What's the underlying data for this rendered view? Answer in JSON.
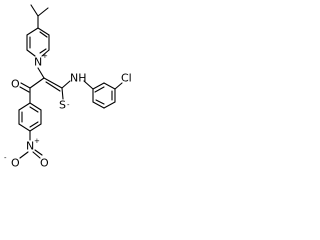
{
  "molecule": {
    "atoms": {
      "n_pyridinium": "N",
      "n_pyridinium_charge": "+",
      "ketone_oxygen": "O",
      "amine": "NH",
      "thiolate": "S",
      "thiolate_charge": "-",
      "chlorine": "Cl",
      "nitro_nitrogen": "N",
      "nitro_nitrogen_charge": "+",
      "nitro_oxygen_left": "O",
      "nitro_oxygen_left_charge": "-",
      "nitro_oxygen_right": "O"
    }
  }
}
